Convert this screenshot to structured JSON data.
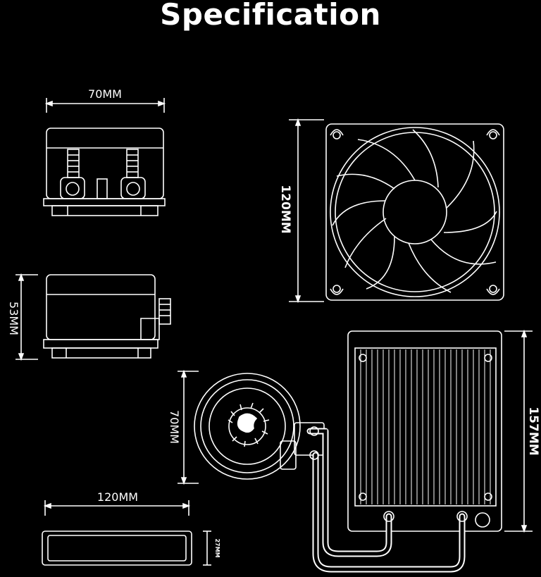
{
  "title": "Specification",
  "dimensions": {
    "pump_width": "70MM",
    "pump_height": "53MM",
    "fan_size": "120MM",
    "pump_diameter": "70MM",
    "radiator_height": "157MM",
    "radiator_width": "120MM",
    "radiator_thickness": "27MM"
  },
  "colors": {
    "background": "#000000",
    "line": "#ffffff"
  }
}
